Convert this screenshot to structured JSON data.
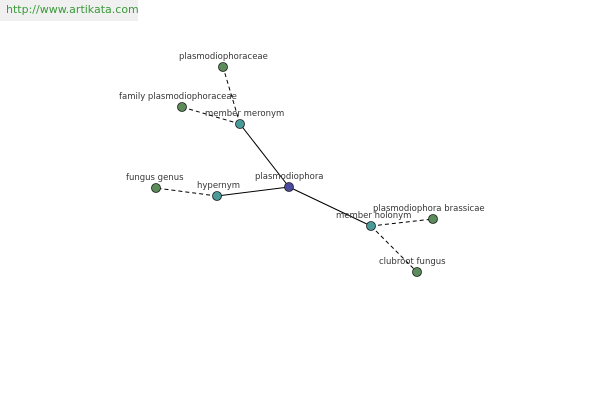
{
  "watermark": {
    "url": "http://www.artikata.com"
  },
  "colors": {
    "term_node": "#5b8c5a",
    "relation_node": "#4a9a9a",
    "root_node": "#4a4aa0",
    "node_stroke": "#1a1a1a",
    "url_text": "#3a9a3a"
  },
  "graph": {
    "nodes": [
      {
        "id": "plasmodiophora",
        "label": "plasmodiophora",
        "kind": "root"
      },
      {
        "id": "member-meronym",
        "label": "member meronym",
        "kind": "relation"
      },
      {
        "id": "hypernym",
        "label": "hypernym",
        "kind": "relation"
      },
      {
        "id": "member-holonym",
        "label": "member holonym",
        "kind": "relation"
      },
      {
        "id": "plasmodiophoraceae",
        "label": "plasmodiophoraceae",
        "kind": "term"
      },
      {
        "id": "family-plasmodiophoraceae",
        "label": "family plasmodiophoraceae",
        "kind": "term"
      },
      {
        "id": "fungus-genus",
        "label": "fungus genus",
        "kind": "term"
      },
      {
        "id": "plasmodiophora-brassicae",
        "label": "plasmodiophora brassicae",
        "kind": "term"
      },
      {
        "id": "clubroot-fungus",
        "label": "clubroot fungus",
        "kind": "term"
      }
    ],
    "edges": [
      {
        "from": "plasmodiophora",
        "to": "member-meronym",
        "style": "solid"
      },
      {
        "from": "plasmodiophora",
        "to": "hypernym",
        "style": "solid"
      },
      {
        "from": "plasmodiophora",
        "to": "member-holonym",
        "style": "solid"
      },
      {
        "from": "member-meronym",
        "to": "plasmodiophoraceae",
        "style": "dashed"
      },
      {
        "from": "member-meronym",
        "to": "family-plasmodiophoraceae",
        "style": "dashed"
      },
      {
        "from": "hypernym",
        "to": "fungus-genus",
        "style": "dashed"
      },
      {
        "from": "member-holonym",
        "to": "plasmodiophora-brassicae",
        "style": "dashed"
      },
      {
        "from": "member-holonym",
        "to": "clubroot-fungus",
        "style": "dashed"
      }
    ]
  }
}
